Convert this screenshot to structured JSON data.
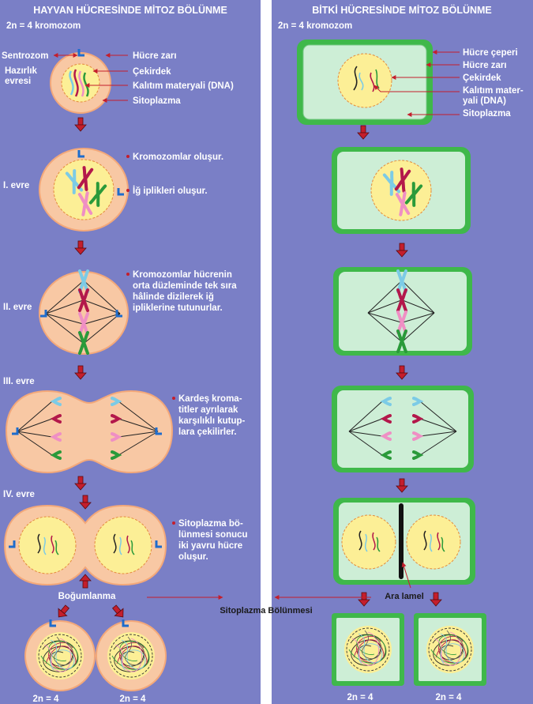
{
  "animal": {
    "title": "HAYVAN HÜCRESİNDE MİTOZ BÖLÜNME",
    "chromosome_count": "2n = 4 kromozom",
    "labels": {
      "centrosome": "Sentrozom",
      "preparation_1": "Hazırlık",
      "preparation_2": "evresi",
      "cell_membrane": "Hücre zarı",
      "nucleus": "Çekirdek",
      "genetic_material": "Kalıtım materyali (DNA)",
      "cytoplasm": "Sitoplazma"
    },
    "stages": [
      "I. evre",
      "II. evre",
      "III. evre",
      "IV. evre"
    ],
    "notes": {
      "stage1_a": "Kromozomlar oluşur.",
      "stage1_b": "İğ iplikleri oluşur.",
      "stage2": [
        "Kromozomlar hücrenin",
        "orta düzleminde tek sıra",
        "hâlinde dizilerek iğ",
        "ipliklerine tutunurlar."
      ],
      "stage3": [
        "Kardeş kroma-",
        "titler ayrılarak",
        "karşılıklı kutup-",
        "lara çekilirler."
      ],
      "stage4": [
        "Sitoplazma bö-",
        "lünmesi sonucu",
        "iki yavru hücre",
        "oluşur."
      ]
    },
    "furrowing": "Boğumlanma",
    "result_left": "2n = 4",
    "result_right": "2n = 4"
  },
  "plant": {
    "title": "BİTKİ HÜCRESİNDE MİTOZ BÖLÜNME",
    "chromosome_count": "2n = 4 kromozom",
    "labels": {
      "cell_wall": "Hücre çeperi",
      "cell_membrane": "Hücre zarı",
      "nucleus": "Çekirdek",
      "genetic_material_1": "Kalıtım mater-",
      "genetic_material_2": "yali (DNA)",
      "cytoplasm": "Sitoplazma"
    },
    "cell_plate": "Ara lamel",
    "result_left": "2n = 4",
    "result_right": "2n = 4"
  },
  "center_caption": "Sitoplazma Bölünmesi",
  "colors": {
    "panel": "#7a7fc6",
    "animal_cell": "#f8c8a4",
    "animal_border": "#f3a87a",
    "nucleus": "#fcef96",
    "plant_cytoplasm": "#cdeed6",
    "plant_wall": "#3fb84a",
    "arrow": "#c41e2c",
    "centrosome": "#1e6ccc",
    "chromosome_blue": "#7ccbe6",
    "chromosome_crimson": "#b3184b",
    "chromosome_pink": "#ef8fc4",
    "chromosome_green": "#2a9a3a"
  }
}
